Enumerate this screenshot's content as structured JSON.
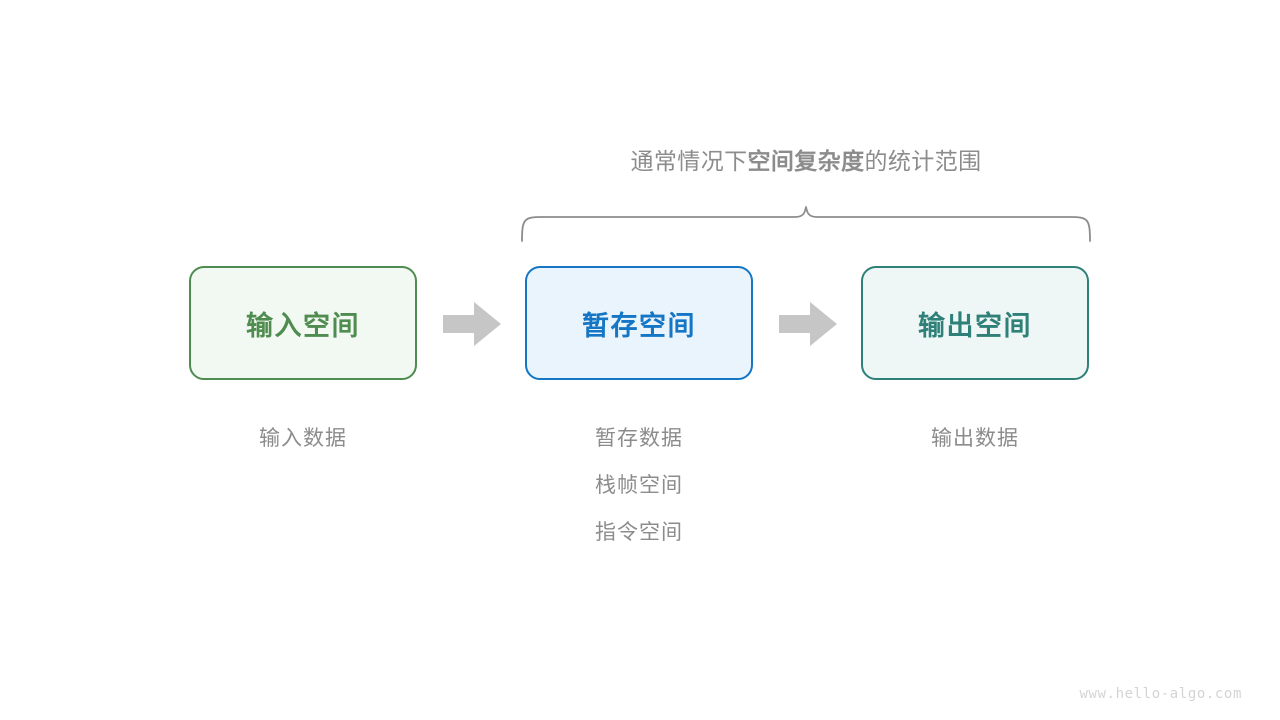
{
  "diagram": {
    "brace_caption": {
      "prefix": "通常情况下",
      "emphasis": "空间复杂度",
      "suffix": "的统计范围"
    },
    "boxes": [
      {
        "key": "input",
        "label": "输入空间",
        "border_color": "#4f8c4f",
        "fill_color": "#f2f8f2",
        "text_color": "#4f8c4f"
      },
      {
        "key": "temp",
        "label": "暂存空间",
        "border_color": "#1476c4",
        "fill_color": "#eaf4fc",
        "text_color": "#1476c4"
      },
      {
        "key": "output",
        "label": "输出空间",
        "border_color": "#2e8078",
        "fill_color": "#eef7f5",
        "text_color": "#2e8078"
      }
    ],
    "arrows": [
      {
        "key": "input-to-temp",
        "color": "#c6c6c6"
      },
      {
        "key": "temp-to-output",
        "color": "#c6c6c6"
      }
    ],
    "captions": {
      "input": [
        "输入数据"
      ],
      "temp": [
        "暂存数据",
        "栈帧空间",
        "指令空间"
      ],
      "output": [
        "输出数据"
      ]
    },
    "brace": {
      "color": "#8c8c8c",
      "spans_boxes": [
        "temp",
        "output"
      ]
    },
    "watermark": "www.hello-algo.com"
  }
}
